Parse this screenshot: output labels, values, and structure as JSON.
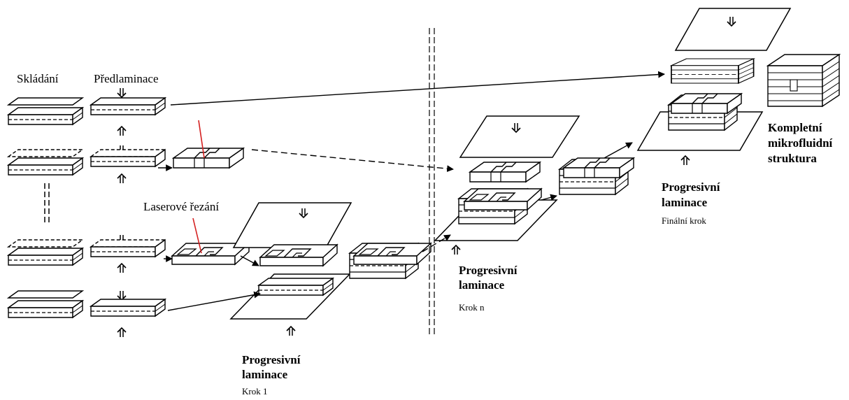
{
  "labels": {
    "stacking": "Skládání",
    "prelamination": "Předlaminace",
    "laser_cutting": "Laserové řezání",
    "prog_1_line1": "Progresivní",
    "prog_1_line2": "laminace",
    "step_1": "Krok 1",
    "prog_n_line1": "Progresivní",
    "prog_n_line2": "laminace",
    "step_n": "Krok n",
    "prog_final_line1": "Progresivní",
    "prog_final_line2": "laminace",
    "step_final": "Finální krok",
    "result_line1": "Kompletní",
    "result_line2": "mikrofluidní",
    "result_line3": "struktura"
  },
  "colors": {
    "line": "#000000",
    "laser": "#d42020",
    "background": "#ffffff"
  }
}
